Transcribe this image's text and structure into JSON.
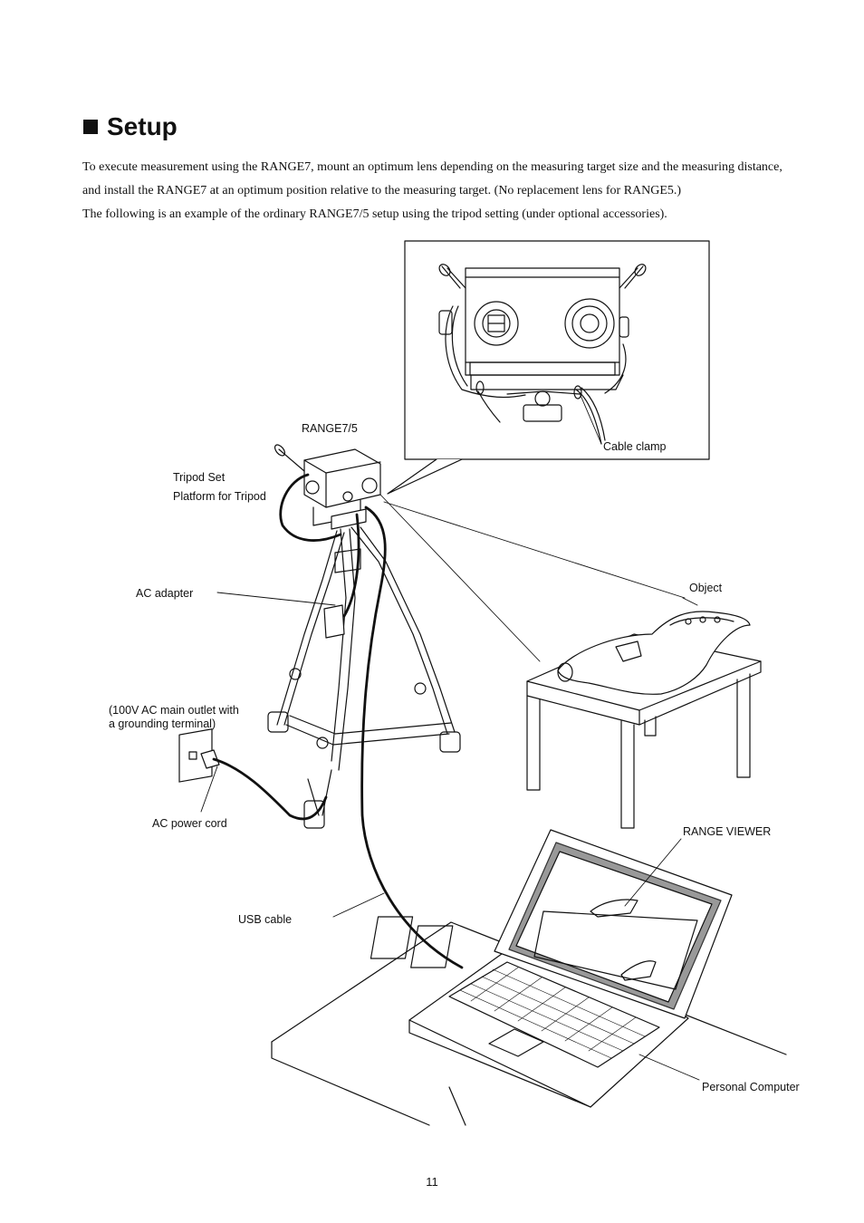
{
  "heading": "Setup",
  "paragraphs": [
    "To execute measurement using the RANGE7, mount an optimum lens depending on the measuring target size and the measuring distance,",
    "and install the RANGE7 at an optimum position relative to the measuring target. (No replacement lens for RANGE5.)",
    "The following is an example of the ordinary RANGE7/5 setup using the tripod setting (under optional accessories)."
  ],
  "labels": {
    "range": "RANGE7/5",
    "cable_clamp": "Cable clamp",
    "tripod_set": "Tripod Set",
    "platform": "Platform for Tripod",
    "ac_adapter": "AC adapter",
    "object": "Object",
    "outlet_line1": "(100V AC main outlet with",
    "outlet_line2": "a grounding terminal)",
    "ac_power_cord": "AC power cord",
    "range_viewer": "RANGE VIEWER",
    "usb_cable": "USB cable",
    "personal_computer": "Personal Computer"
  },
  "page_number": "11"
}
